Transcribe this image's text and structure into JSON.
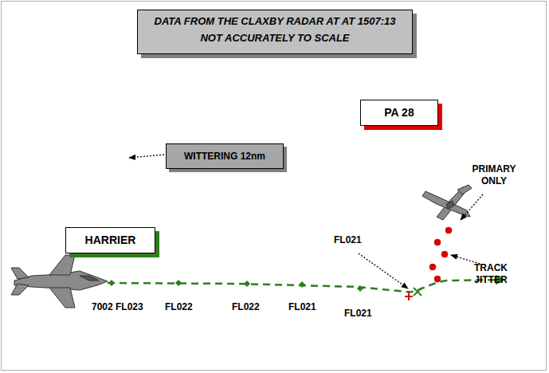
{
  "diagram": {
    "nodes": [
      {
        "text": [
          "DATA FROM THE  CLAXBY RADAR AT AT  1507:13",
          "NOT ACCURATELY TO SCALE"
        ]
      },
      {
        "text": [
          "WITTERING 12nm"
        ]
      },
      {
        "text": [
          "PA 28"
        ]
      },
      {
        "text": [
          "HARRIER"
        ]
      }
    ],
    "labels": [
      "PRIMARY ONLY",
      "TRACK JITTER",
      "FL021",
      "7002 FL023",
      "FL022",
      "FL022",
      "FL021",
      "FL021"
    ]
  }
}
